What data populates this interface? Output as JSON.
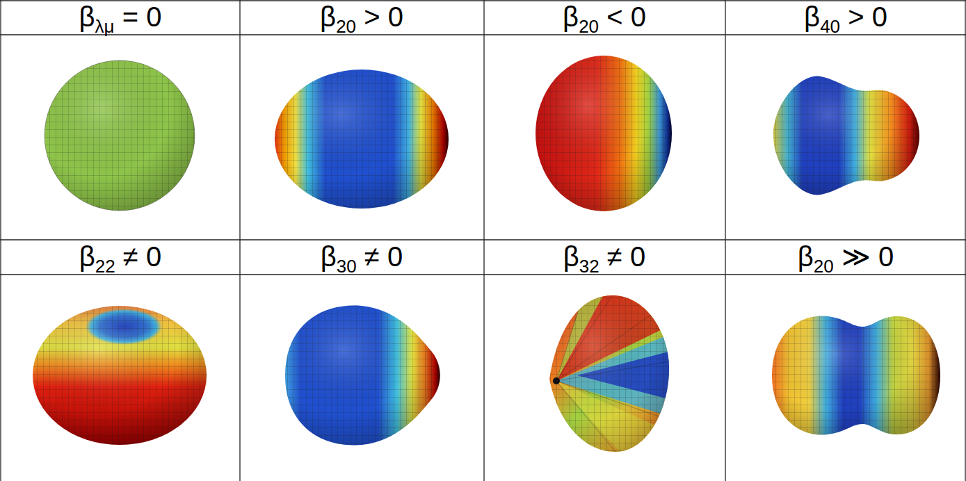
{
  "diagram": {
    "labels": [
      "βλμ = 0",
      "β20 > 0",
      "β20 < 0",
      "β40 > 0",
      "β22 ≠ 0",
      "β30 ≠ 0",
      "β32 ≠ 0",
      "β20 ≫ 0"
    ]
  }
}
